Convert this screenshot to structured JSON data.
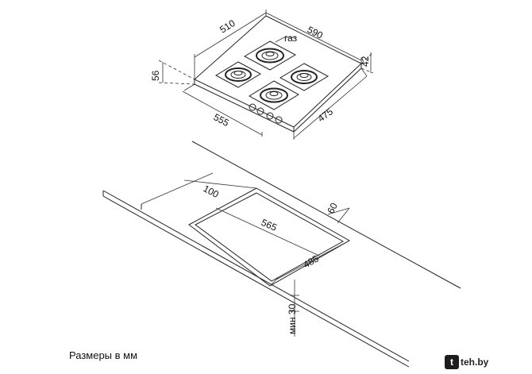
{
  "diagram": {
    "hob_dims": {
      "width_top": "510",
      "depth_top": "590",
      "height_left": "56",
      "height_right": "42",
      "width_bottom": "555",
      "depth_bottom": "475",
      "gas_label": "газ"
    },
    "cutout_dims": {
      "edge_offset": "100",
      "cut_width": "565",
      "cut_depth": "485",
      "back_offset": "60",
      "min_thickness": "мин 30"
    },
    "caption": "Размеры в мм"
  },
  "watermark": {
    "text": "teh.by",
    "icon": "t"
  }
}
